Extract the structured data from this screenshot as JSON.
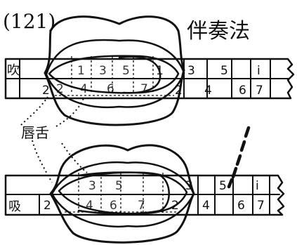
{
  "figure": {
    "number": "(121)",
    "title": "伴奏法",
    "label_lips_tongue": "唇舌",
    "blow_top": "吹",
    "blow_bottom": "吸"
  },
  "harmonica_top": {
    "row_upper": [
      "1",
      "3",
      "5",
      "i"
    ],
    "row_lower": [
      "2",
      "4",
      "6",
      "7"
    ],
    "inside_mouth_upper": [
      "1",
      "3",
      "5"
    ],
    "inside_mouth_lower": [
      "2",
      "4",
      "6",
      "7"
    ]
  },
  "harmonica_bottom": {
    "row_upper": [
      "3",
      "5",
      "i"
    ],
    "row_lower": [
      "2",
      "2",
      "4",
      "6",
      "7"
    ],
    "inside_mouth_upper": [
      "3",
      "5"
    ],
    "inside_mouth_lower": [
      "4",
      "6",
      "7"
    ]
  }
}
